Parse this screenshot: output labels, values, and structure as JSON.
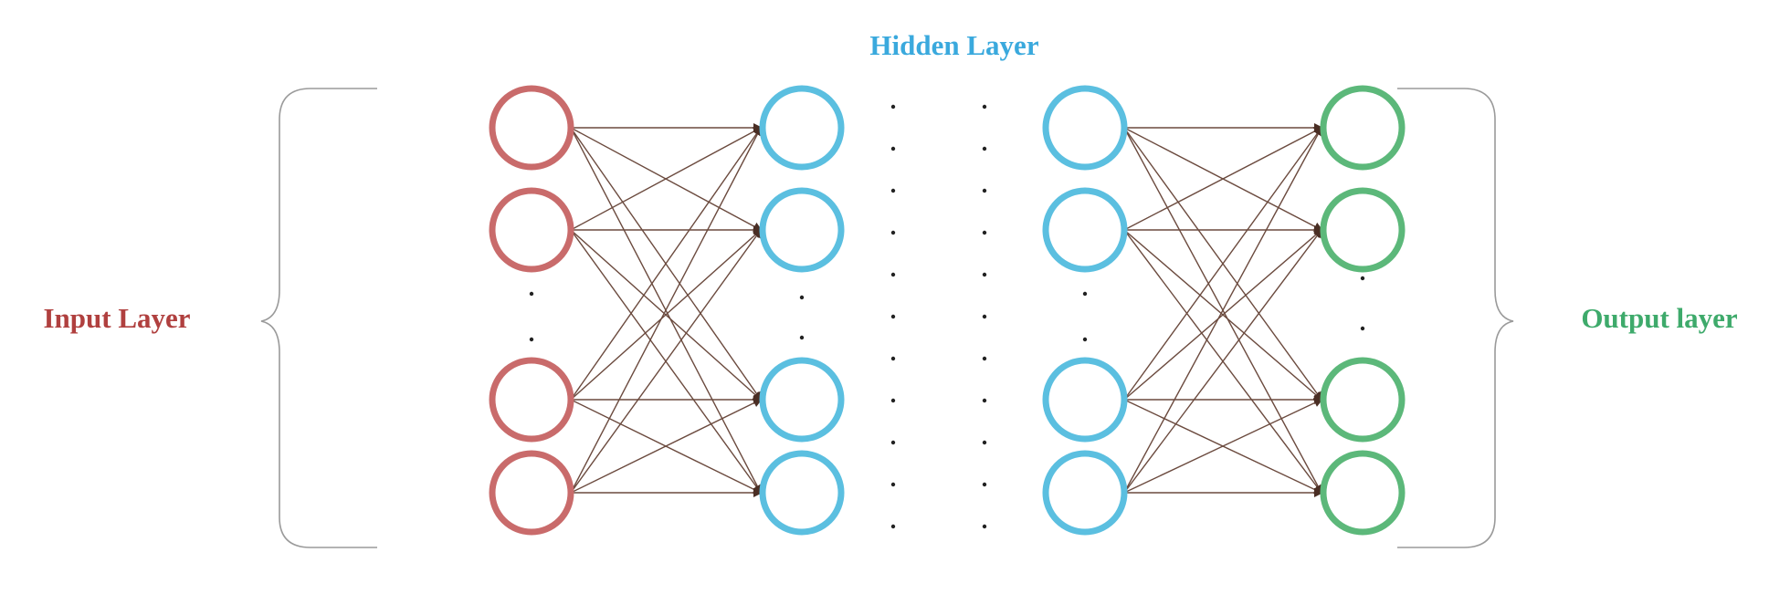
{
  "labels": {
    "input": "Input Layer",
    "hidden": "Hidden Layer",
    "output": "Output layer"
  },
  "colors": {
    "input": "#c96b6b",
    "hidden": "#5bbfe0",
    "output": "#5cb87a",
    "input_text": "#b0403f",
    "hidden_text": "#3aa9dd",
    "output_text": "#3eaa6b",
    "edge": "#6b4a3e"
  },
  "layers": [
    {
      "name": "input",
      "visible_nodes": 4
    },
    {
      "name": "hidden-1",
      "visible_nodes": 4
    },
    {
      "name": "hidden-last",
      "visible_nodes": 4
    },
    {
      "name": "output",
      "visible_nodes": 4
    }
  ],
  "connections": "fully-connected"
}
